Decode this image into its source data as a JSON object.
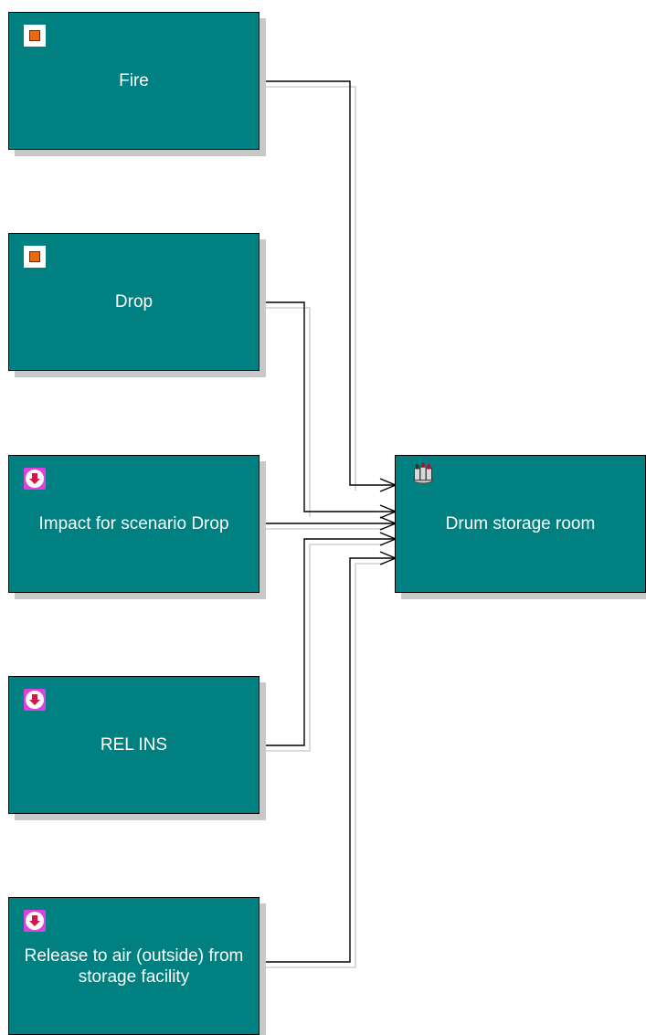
{
  "colors": {
    "node_fill": "#008080",
    "node_border": "#000000",
    "node_shadow": "#c8c8c8",
    "node_text": "#ffffff",
    "event_badge": "#e86a10",
    "impact_badge": "#e040e0"
  },
  "nodes": {
    "fire": {
      "label": "Fire",
      "icon": "event-square-icon"
    },
    "drop": {
      "label": "Drop",
      "icon": "event-square-icon"
    },
    "impact": {
      "label": "Impact for scenario Drop",
      "icon": "impact-arrow-icon"
    },
    "relins": {
      "label": "REL INS",
      "icon": "impact-arrow-icon"
    },
    "release": {
      "label": "Release to air (outside) from storage facility",
      "icon": "impact-arrow-icon"
    },
    "room": {
      "label": "Drum storage room",
      "icon": "storage-drums-icon"
    }
  },
  "edges": [
    {
      "from": "fire",
      "to": "room"
    },
    {
      "from": "drop",
      "to": "room"
    },
    {
      "from": "impact",
      "to": "room"
    },
    {
      "from": "relins",
      "to": "room"
    },
    {
      "from": "release",
      "to": "room"
    }
  ]
}
